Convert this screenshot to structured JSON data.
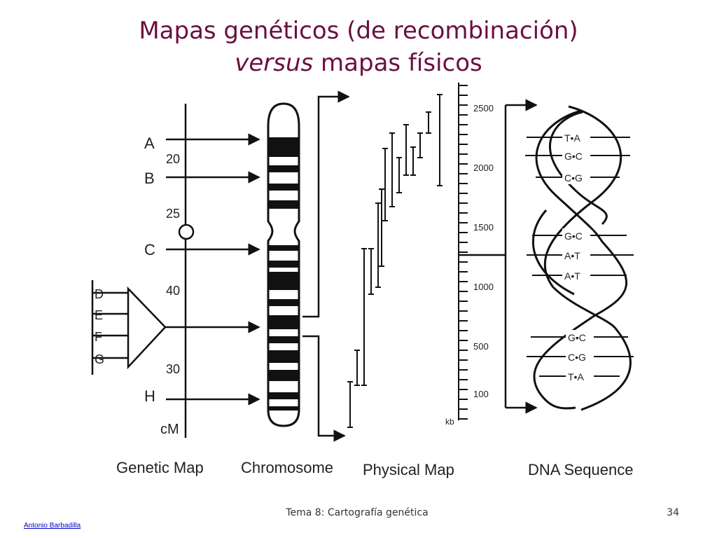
{
  "slide": {
    "title_line1": "Mapas genéticos (de recombinación)",
    "title_line2_italic": "versus",
    "title_line2_rest": " mapas físicos",
    "footer_center": "Tema 8: Cartografía genética",
    "slide_number": "34",
    "author_link": "Antonio Barbadilla"
  },
  "figure": {
    "genetic_map": {
      "caption": "Genetic Map",
      "unit": "cM",
      "loci": [
        "A",
        "B",
        "C",
        "D",
        "E",
        "F",
        "G",
        "H"
      ],
      "distances": [
        "20",
        "25",
        "40",
        "30"
      ]
    },
    "chromosome": {
      "caption": "Chromosome"
    },
    "physical_map": {
      "caption": "Physical Map",
      "scale_unit": "kb",
      "scale_ticks": [
        "2500",
        "2000",
        "1500",
        "1000",
        "500",
        "100"
      ]
    },
    "dna_sequence": {
      "caption": "DNA Sequence",
      "base_pairs": [
        "T•A",
        "G•C",
        "C•G",
        "G•C",
        "A•T",
        "A•T",
        "G•C",
        "C•G",
        "T•A"
      ]
    }
  }
}
